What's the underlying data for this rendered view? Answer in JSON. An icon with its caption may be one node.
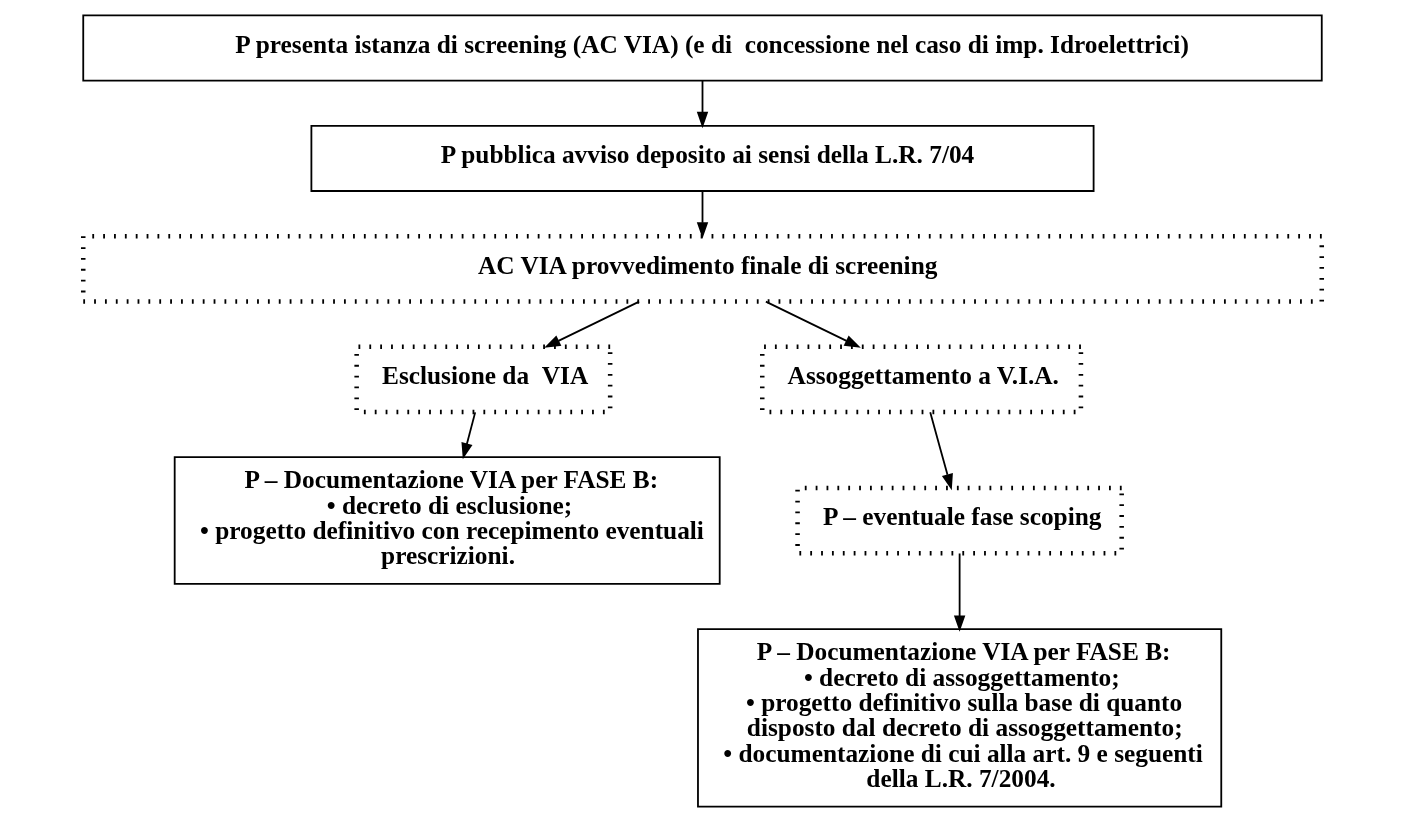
{
  "diagram": {
    "nodes": [
      {
        "text": [
          "P presenta istanza di screening (AC VIA) (e di  concessione nel caso di imp. Idroelettrici)"
        ]
      },
      {
        "text": [
          "P pubblica avviso deposito ai sensi della L.R. 7/04"
        ]
      },
      {
        "text": [
          "AC VIA provvedimento finale di screening"
        ]
      },
      {
        "text": [
          "Esclusione da  VIA"
        ]
      },
      {
        "text": [
          "Assoggettamento a V.I.A."
        ]
      },
      {
        "text": [
          "P – Documentazione VIA per FASE B:",
          "• decreto di esclusione;",
          "• progetto definitivo con recepimento eventuali prescrizioni."
        ]
      },
      {
        "text": [
          "P – eventuale fase scoping"
        ]
      },
      {
        "text": [
          "P – Documentazione VIA per FASE B:",
          "• decreto di assoggettamento;",
          "• progetto definitivo sulla base di quanto disposto dal decreto di assoggettamento;",
          "• documentazione di cui alla art. 9 e seguenti della L.R. 7/2004."
        ]
      }
    ],
    "edges": [
      {
        "from": 0,
        "to": 1,
        "arrow": "to"
      },
      {
        "from": 1,
        "to": 2,
        "arrow": "to"
      },
      {
        "from": 2,
        "to": 3,
        "arrow": "to"
      },
      {
        "from": 2,
        "to": 4,
        "arrow": "to"
      },
      {
        "from": 3,
        "to": 5,
        "arrow": "to"
      },
      {
        "from": 4,
        "to": 6,
        "arrow": "to"
      },
      {
        "from": 6,
        "to": 7,
        "arrow": "to"
      }
    ]
  }
}
